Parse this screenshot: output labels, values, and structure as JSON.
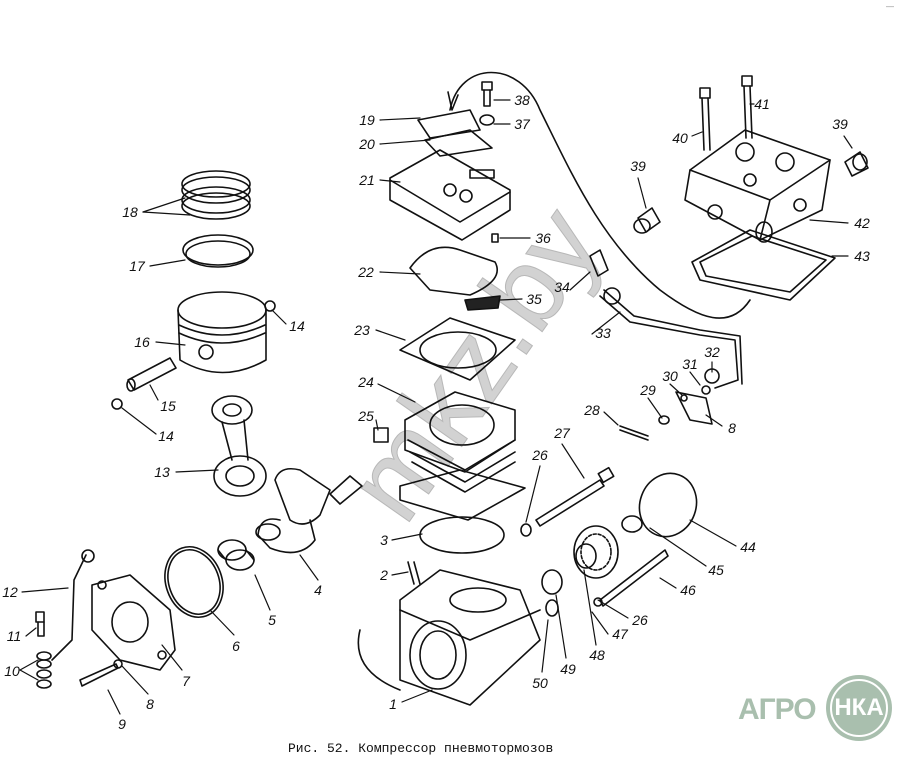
{
  "figure": {
    "caption": "Рис. 52. Компрессор пневмотормозов",
    "watermark": "mkz.by",
    "logo_left": "АГРО",
    "logo_right": "НКА",
    "corner_mark": "—"
  },
  "labels": {
    "l1": "1",
    "l2": "2",
    "l3": "3",
    "l4": "4",
    "l5": "5",
    "l6": "6",
    "l7": "7",
    "l8a": "8",
    "l8b": "8",
    "l9": "9",
    "l10": "10",
    "l11": "11",
    "l12": "12",
    "l13": "13",
    "l14a": "14",
    "l14b": "14",
    "l15": "15",
    "l16": "16",
    "l17": "17",
    "l18": "18",
    "l19": "19",
    "l20": "20",
    "l21": "21",
    "l22": "22",
    "l23": "23",
    "l24": "24",
    "l25": "25",
    "l26a": "26",
    "l26b": "26",
    "l27": "27",
    "l28": "28",
    "l29": "29",
    "l30": "30",
    "l31": "31",
    "l32": "32",
    "l33": "33",
    "l34": "34",
    "l35": "35",
    "l36": "36",
    "l37": "37",
    "l38": "38",
    "l39a": "39",
    "l39b": "39",
    "l40": "40",
    "l41": "41",
    "l42": "42",
    "l43": "43",
    "l44": "44",
    "l45": "45",
    "l46": "46",
    "l47": "47",
    "l48": "48",
    "l49": "49",
    "l50": "50"
  }
}
